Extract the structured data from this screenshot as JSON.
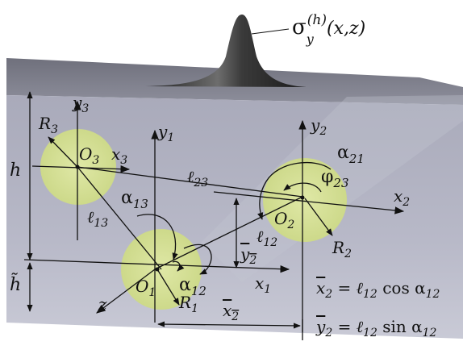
{
  "labels": {
    "stress": "σ",
    "stress_sub": "y",
    "stress_sup": "(h)",
    "stress_args": "(x,z)",
    "h": "h",
    "h_tilde": "h̃",
    "R1": "R",
    "R1_sub": "1",
    "R2": "R",
    "R2_sub": "2",
    "R3": "R",
    "R3_sub": "3",
    "O1": "O",
    "O1_sub": "1",
    "O2": "O",
    "O2_sub": "2",
    "O3": "O",
    "O3_sub": "3",
    "x1": "x",
    "x1_sub": "1",
    "x2": "x",
    "x2_sub": "2",
    "x3": "x",
    "x3_sub": "3",
    "y1": "y",
    "y1_sub": "1",
    "y2": "y",
    "y2_sub": "2",
    "y3": "y",
    "y3_sub": "3",
    "z": "z",
    "l12": "ℓ",
    "l12_sub": "12",
    "l13": "ℓ",
    "l13_sub": "13",
    "l23": "ℓ",
    "l23_sub": "23",
    "a12": "α",
    "a12_sub": "12",
    "a13": "α",
    "a13_sub": "13",
    "a21": "α",
    "a21_sub": "21",
    "phi23": "φ",
    "phi23_sub": "23",
    "ybar2": "y",
    "ybar2_sub": "2",
    "xbar2": "x",
    "xbar2_sub": "2",
    "eq1_lhs": "x",
    "eq1_lhs_sub": "2",
    "eq1_rhs": " = ℓ",
    "eq1_rhs_sub1": "12",
    "eq1_mid": " cos α",
    "eq1_rhs_sub2": "12",
    "eq2_lhs": "y",
    "eq2_lhs_sub": "2",
    "eq2_rhs": " = ℓ",
    "eq2_rhs_sub1": "12",
    "eq2_mid": " sin α",
    "eq2_rhs_sub2": "12"
  },
  "colors": {
    "slab_top": "#8c8d99",
    "slab_face": "#b3b4c4",
    "circle_fill": "#d7e39a",
    "stress_peak": "#2b2b2b"
  }
}
